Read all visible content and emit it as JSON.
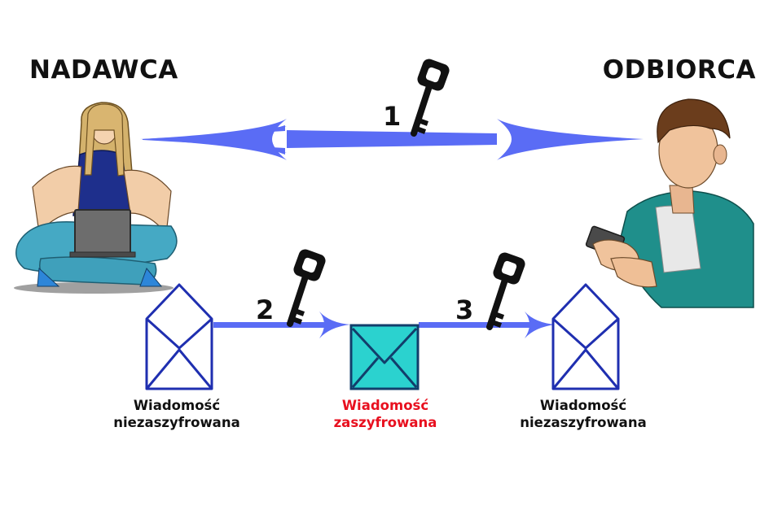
{
  "labels": {
    "sender": "NADAWCA",
    "receiver": "ODBIORCA"
  },
  "steps": [
    {
      "number": "1"
    },
    {
      "number": "2"
    },
    {
      "number": "3"
    }
  ],
  "captions": {
    "left": {
      "line1": "Wiadomość",
      "line2": "niezaszyfrowana"
    },
    "middle": {
      "line1": "Wiadomość",
      "line2": "zaszyfrowana"
    },
    "right": {
      "line1": "Wiadomość",
      "line2": "niezaszyfrowana"
    }
  },
  "colors": {
    "arrow": "#5a6cf5",
    "envelope_outline": "#1f2fb0",
    "encrypted_fill": "#2bd2cf",
    "encrypted_text": "#e8101f",
    "text": "#111111"
  },
  "icons": [
    "woman-with-laptop-illustration",
    "man-with-phone-illustration",
    "key-icon",
    "envelope-icon"
  ]
}
